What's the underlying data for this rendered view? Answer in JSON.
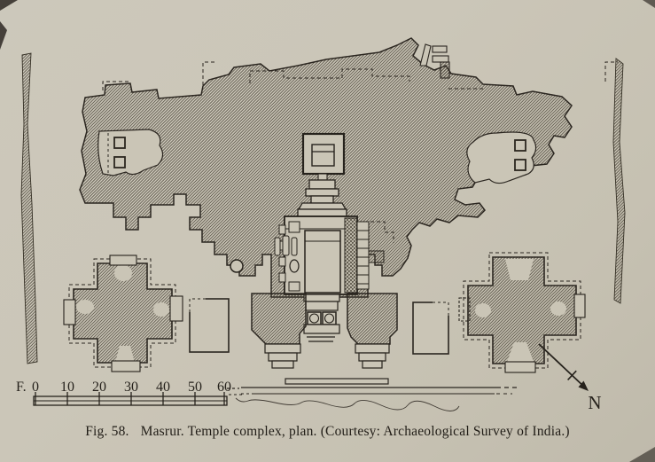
{
  "colors": {
    "paper": "#cac5b6",
    "ink": "#2b2620",
    "hatch_line": "#453f33"
  },
  "caption": {
    "fig_label": "Fig. 58.",
    "text": "Masrur. Temple complex, plan. (Courtesy: Archaeological Survey of India.)"
  },
  "scale_bar": {
    "unit_label": "F.",
    "ticks": [
      "0",
      "10",
      "20",
      "30",
      "40",
      "50",
      "60"
    ]
  },
  "compass": {
    "label": "N"
  }
}
